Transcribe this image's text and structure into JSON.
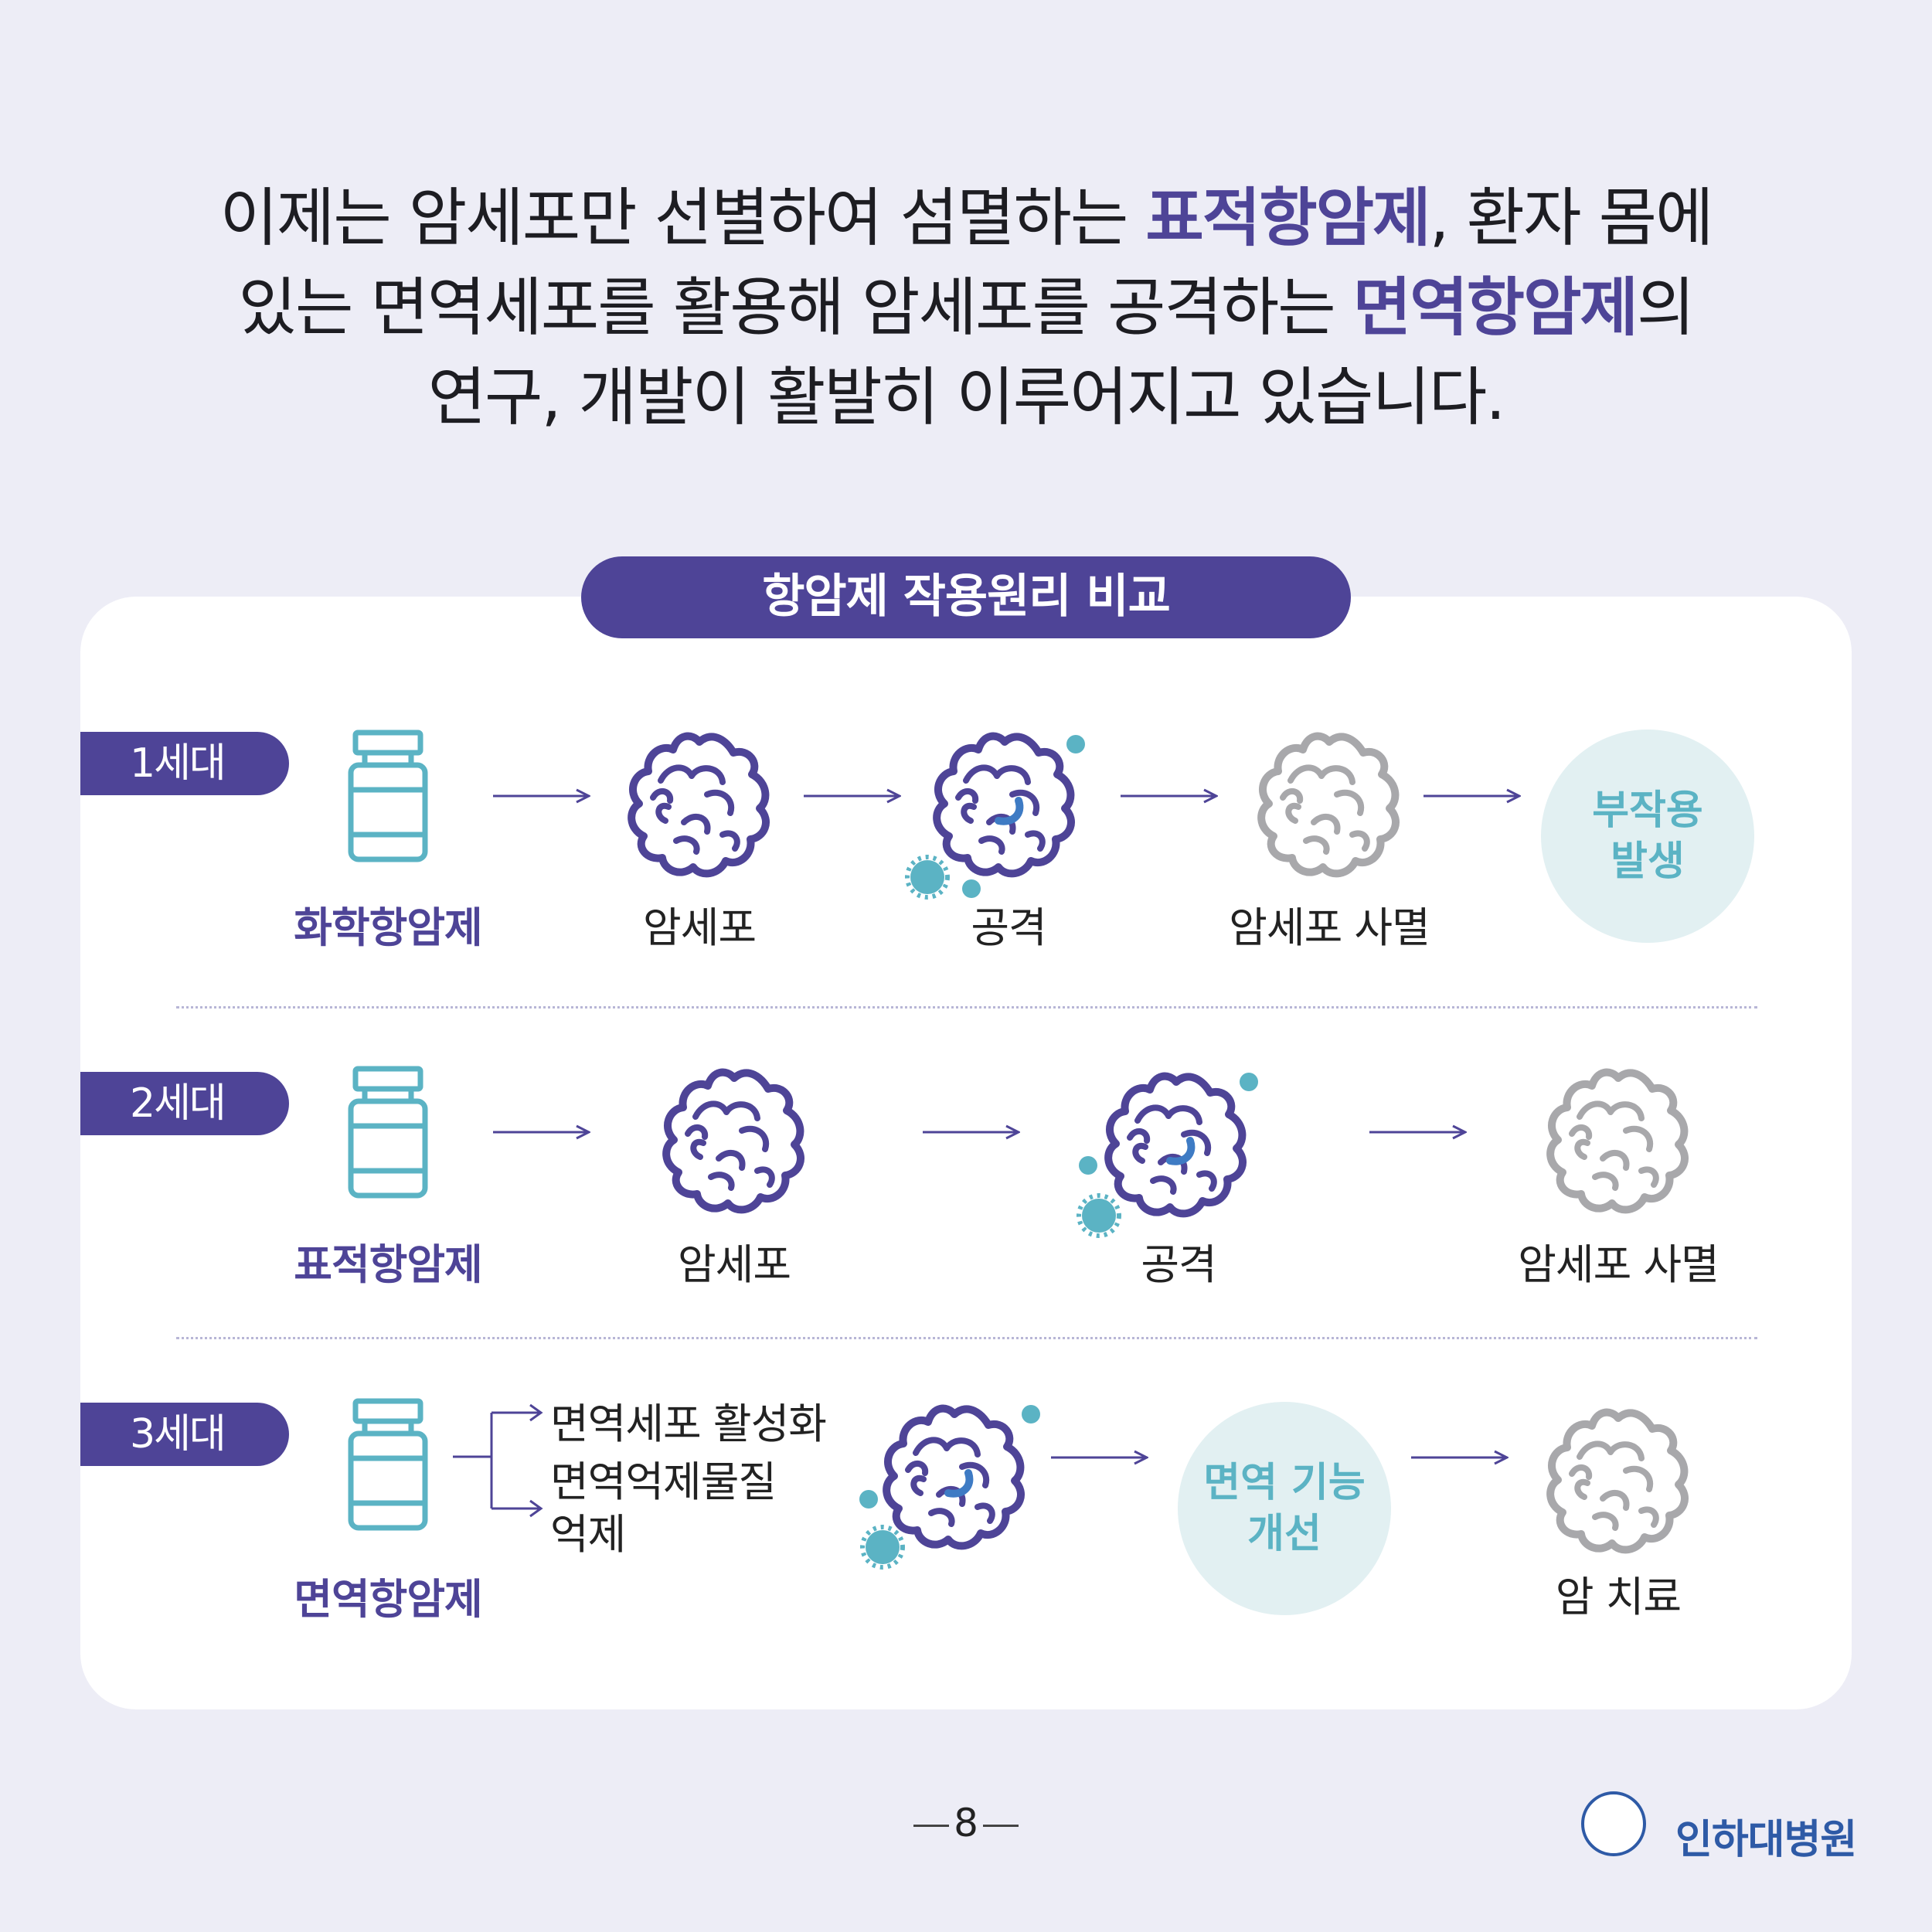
{
  "intro": {
    "line1_a": "이제는 암세포만 선별하여 섬멸하는 ",
    "line1_hl": "표적항암제",
    "line1_b": ", 환자 몸에",
    "line2_a": "있는 면역세포를 활용해 암세포를 공격하는 ",
    "line2_hl": "면역항암제",
    "line2_b": "의",
    "line3": "연구, 개발이 활발히 이루어지고 있습니다."
  },
  "comparison_title": "항암제 작용원리 비교",
  "colors": {
    "accent": "#4e4497",
    "teal": "#5bb3c4",
    "gray_cell": "#a8a8ab",
    "circle_bg": "#e2f0f2"
  },
  "gen1": {
    "tab": "1세대",
    "drug": "화학항암제",
    "cell": "암세포",
    "attack": "공격",
    "death": "암세포 사멸",
    "result_line1": "부작용",
    "result_line2": "발생"
  },
  "gen2": {
    "tab": "2세대",
    "drug": "표적항암제",
    "cell": "암세포",
    "attack": "공격",
    "death": "암세포 사멸"
  },
  "gen3": {
    "tab": "3세대",
    "drug": "면역항암제",
    "branch1": "면역세포 활성화",
    "branch2_line1": "면역억제물질",
    "branch2_line2": "억제",
    "result_line1": "면역 기능",
    "result_line2": "개선",
    "final": "암 치료"
  },
  "footer": {
    "page_number": "8",
    "hospital_name": "인하대병원"
  }
}
